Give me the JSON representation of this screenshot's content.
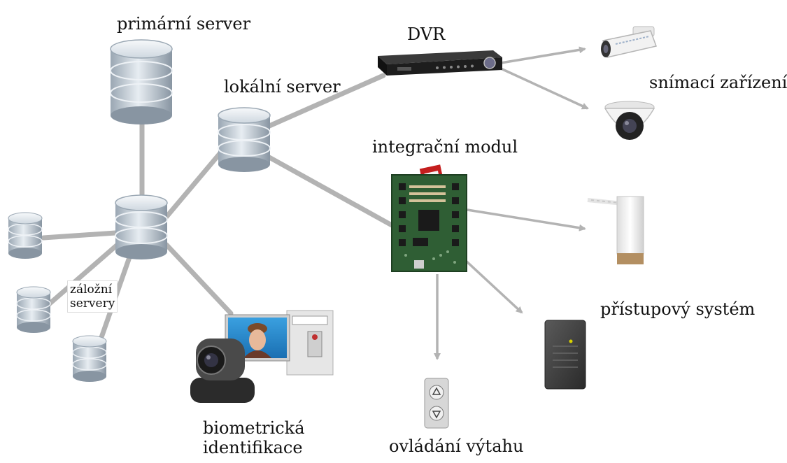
{
  "labels": {
    "primary_server": "primární server",
    "dvr": "DVR",
    "local_server": "lokální server",
    "capture_devices": "snímací zařízení",
    "integration_module": "integrační modul",
    "backup_servers_line1": "záložní",
    "backup_servers_line2": "servery",
    "access_system": "přístupový systém",
    "biometric_line1": "biometrická",
    "biometric_line2": "identifikace",
    "elevator_control": "ovládání výtahu"
  },
  "colors": {
    "connector": "#b3b3b3",
    "server_body": "#c9d3dc",
    "server_light": "#eef2f6",
    "server_dark": "#8d99a6",
    "board": "#2f5e34",
    "dvr_body": "#1d1d1d",
    "reader": "#3d3d3d"
  },
  "icons": {
    "server": "database-icon",
    "dvr": "dvr-recorder-icon",
    "bullet_camera": "bullet-camera-icon",
    "dome_camera": "dome-camera-icon",
    "controller_board": "circuit-board-icon",
    "barrier": "barrier-gate-icon",
    "card_reader": "card-reader-icon",
    "elevator_panel": "elevator-button-icon",
    "biometric_station": "ptz-camera-icon"
  }
}
